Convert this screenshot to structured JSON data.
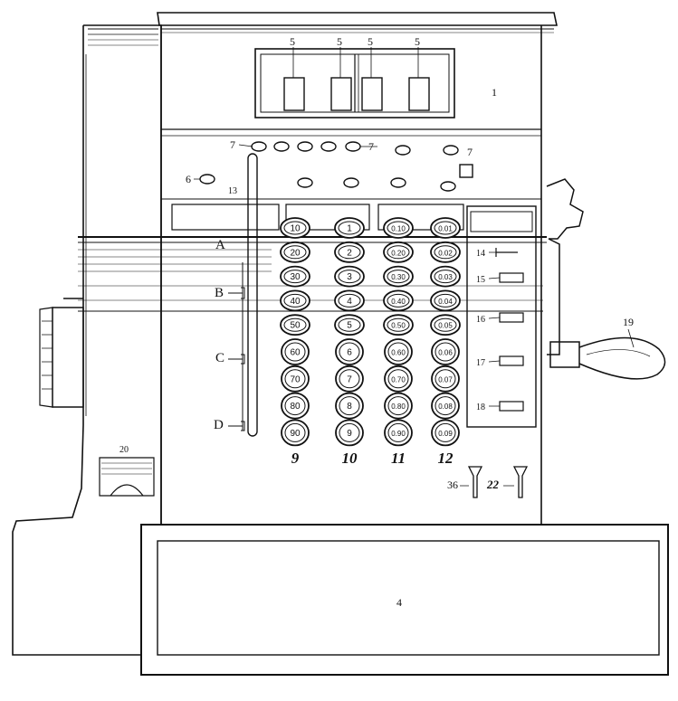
{
  "callouts": {
    "c1": "1",
    "c4": "4",
    "c5": "5",
    "c6": "6",
    "c7": "7",
    "c13": "13",
    "c14": "14",
    "c15": "15",
    "c16": "16",
    "c17": "17",
    "c18": "18",
    "c19": "19",
    "c20": "20",
    "c22": "22",
    "c36": "36"
  },
  "letters": {
    "A": "A",
    "B": "B",
    "C": "C",
    "D": "D"
  },
  "column_labels": [
    "9",
    "10",
    "11",
    "12"
  ],
  "keys": [
    [
      "10",
      "20",
      "30",
      "40",
      "50",
      "60",
      "70",
      "80",
      "90"
    ],
    [
      "1",
      "2",
      "3",
      "4",
      "5",
      "6",
      "7",
      "8",
      "9"
    ],
    [
      "0.10",
      "0.20",
      "0.30",
      "0.40",
      "0.50",
      "0.60",
      "0.70",
      "0.80",
      "0.90"
    ],
    [
      "0.01",
      "0.02",
      "0.03",
      "0.04",
      "0.05",
      "0.06",
      "0.07",
      "0.08",
      "0.09"
    ]
  ]
}
